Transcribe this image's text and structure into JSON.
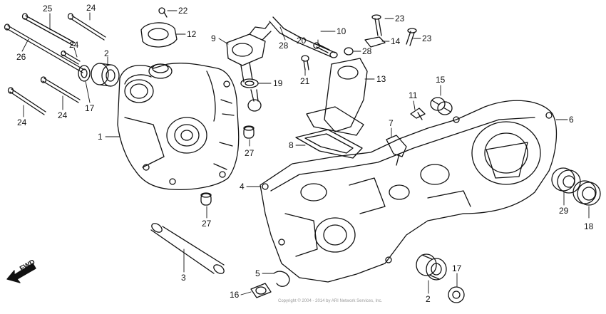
{
  "diagram": {
    "fwd_label": "FWD",
    "copyright": "Copyright © 2004 - 2014 by ARI Network Services, Inc.",
    "callouts": [
      {
        "id": "c24a",
        "label": "24"
      },
      {
        "id": "c25",
        "label": "25"
      },
      {
        "id": "c26",
        "label": "26"
      },
      {
        "id": "c24b",
        "label": "24"
      },
      {
        "id": "c2a",
        "label": "2"
      },
      {
        "id": "c17a",
        "label": "17"
      },
      {
        "id": "c24c",
        "label": "24"
      },
      {
        "id": "c24d",
        "label": "24"
      },
      {
        "id": "c1",
        "label": "1"
      },
      {
        "id": "c22",
        "label": "22"
      },
      {
        "id": "c12",
        "label": "12"
      },
      {
        "id": "c9",
        "label": "9"
      },
      {
        "id": "c19",
        "label": "19"
      },
      {
        "id": "c28a",
        "label": "28"
      },
      {
        "id": "c10",
        "label": "10"
      },
      {
        "id": "c20",
        "label": "20"
      },
      {
        "id": "c28b",
        "label": "28"
      },
      {
        "id": "c23a",
        "label": "23"
      },
      {
        "id": "c14",
        "label": "14"
      },
      {
        "id": "c23b",
        "label": "23"
      },
      {
        "id": "c21",
        "label": "21"
      },
      {
        "id": "c13",
        "label": "13"
      },
      {
        "id": "c15",
        "label": "15"
      },
      {
        "id": "c11",
        "label": "11"
      },
      {
        "id": "c6",
        "label": "6"
      },
      {
        "id": "c7",
        "label": "7"
      },
      {
        "id": "c8",
        "label": "8"
      },
      {
        "id": "c27a",
        "label": "27"
      },
      {
        "id": "c4",
        "label": "4"
      },
      {
        "id": "c29",
        "label": "29"
      },
      {
        "id": "c18",
        "label": "18"
      },
      {
        "id": "c27b",
        "label": "27"
      },
      {
        "id": "c3",
        "label": "3"
      },
      {
        "id": "c5",
        "label": "5"
      },
      {
        "id": "c16",
        "label": "16"
      },
      {
        "id": "c2b",
        "label": "2"
      },
      {
        "id": "c17b",
        "label": "17"
      }
    ]
  }
}
